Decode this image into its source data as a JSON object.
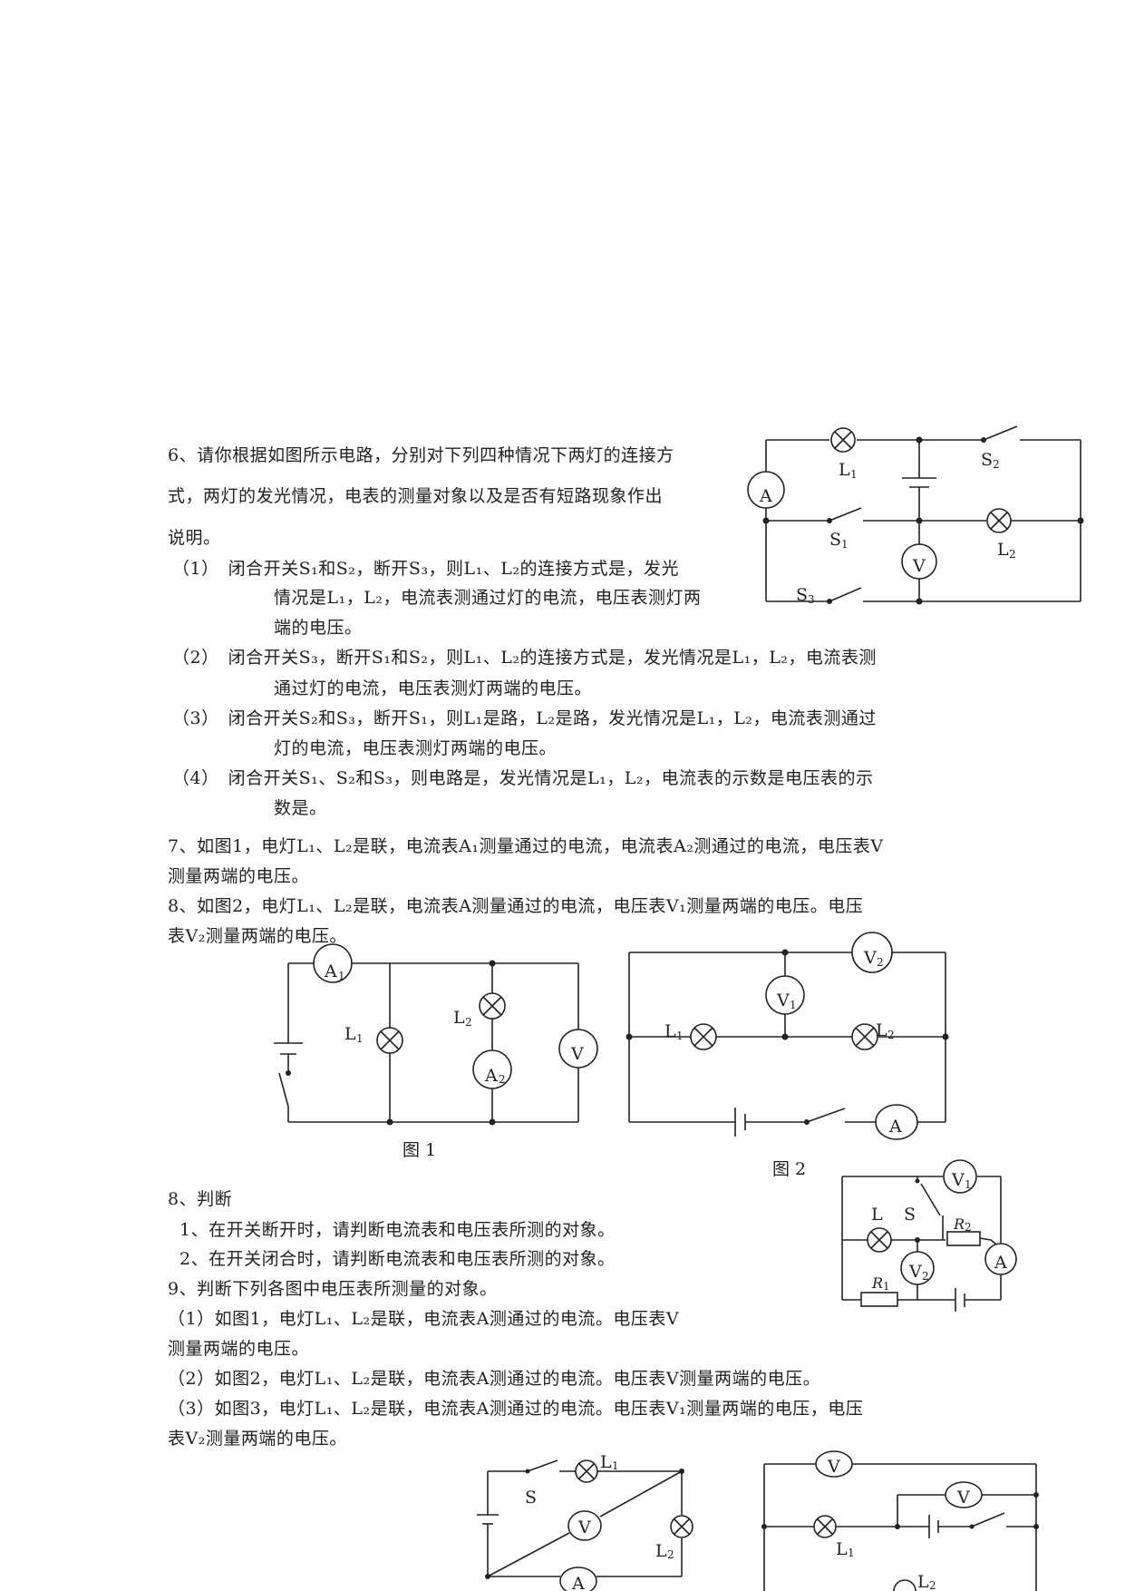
{
  "q6": {
    "l1": "6、请你根据如图所示电路，分别对下列四种情况下两灯的连接方",
    "l2": "式，两灯的发光情况，电表的测量对象以及是否有短路现象作出",
    "l3": "说明。",
    "i1a": "（1）　闭合开关S₁和S₂，断开S₃，则L₁、L₂的连接方式是，发光",
    "i1b": "情况是L₁，L₂，电流表测通过灯的电流，电压表测灯两",
    "i1c": "端的电压。",
    "i2a": "（2）　闭合开关S₃，断开S₁和S₂，则L₁、L₂的连接方式是，发光情况是L₁，L₂，电流表测",
    "i2b": "通过灯的电流，电压表测灯两端的电压。",
    "i3a": "（3）　闭合开关S₂和S₃，断开S₁，则L₁是路，L₂是路，发光情况是L₁，L₂，电流表测通过",
    "i3b": "灯的电流，电压表测灯两端的电压。",
    "i4a": "（4）　闭合开关S₁、S₂和S₃，则电路是，发光情况是L₁，L₂，电流表的示数是电压表的示",
    "i4b": "数是。"
  },
  "q7": {
    "l1": "7、如图1，电灯L₁、L₂是联，电流表A₁测量通过的电流，电流表A₂测通过的电流，电压表V",
    "l2": "测量两端的电压。"
  },
  "q8": {
    "l1": "8、如图2，电灯L₁、L₂是联，电流表A测量通过的电流，电压表V₁测量两端的电压。电压",
    "l2": "表V₂测量两端的电压。"
  },
  "fig1_caption": "图 1",
  "fig2_caption": "图 2",
  "q8b": {
    "title": "8、判断",
    "l1": "1、在开关断开时，请判断电流表和电压表所测的对象。",
    "l2": "2、在开关闭合时，请判断电流表和电压表所测的对象。"
  },
  "q9": {
    "title": "9、判断下列各图中电压表所测量的对象。",
    "i1a": "（1）如图1，电灯L₁、L₂是联，电流表A测通过的电流。电压表V",
    "i1b": "测量两端的电压。",
    "i2": "（2）如图2，电灯L₁、L₂是联，电流表A测通过的电流。电压表V测量两端的电压。",
    "i3a": "（3）如图3，电灯L₁、L₂是联，电流表A测通过的电流。电压表V₁测量两端的电压，电压",
    "i3b": "表V₂测量两端的电压。"
  },
  "labels": {
    "A": "A",
    "V": "V",
    "L": "L",
    "S": "S",
    "R": "R",
    "one": "1",
    "two": "2",
    "three": "3"
  }
}
